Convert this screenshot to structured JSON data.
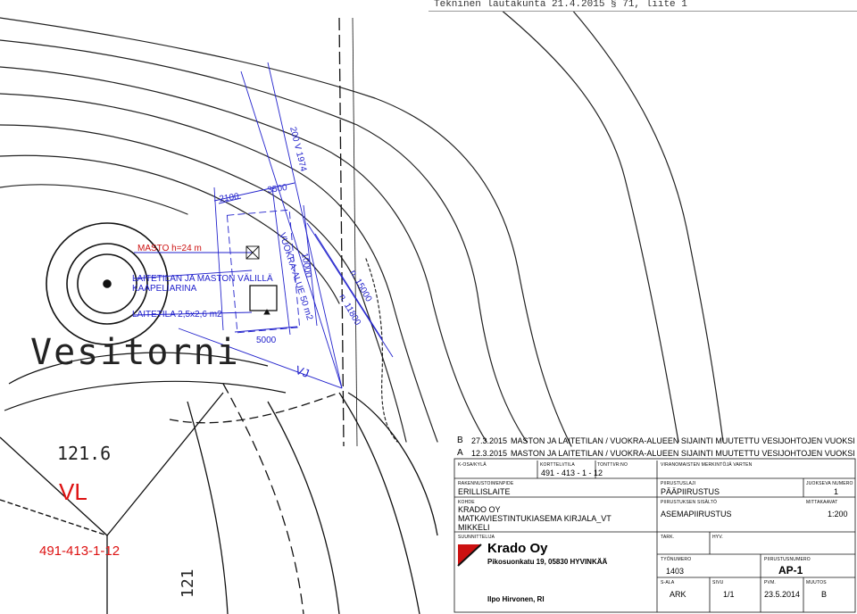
{
  "header": {
    "text": "Tekninen lautakunta 21.4.2015 § 71, liite 1"
  },
  "drawing": {
    "labels": {
      "mast": "MASTO h=24 m",
      "cable_line1": "LAITETILAN JA MASTON VÄLILLÄ",
      "cable_line2": "KAAPELIARINA",
      "equipment_room": "LAITETILA 2,5x2,6 m2",
      "watertower": "Vesitorni",
      "lease_area": "VUOKRA-ALUE 50 m2",
      "dim_2100": "2100",
      "dim_3500": "3500",
      "dim_10000": "10000",
      "dim_5000": "5000",
      "pipe_200": "200 V 1974",
      "pipe_150": "n. 15000",
      "pipe_118": "n. 11800",
      "vj": "VJ",
      "elev_1216": "121.6",
      "vl": "VL",
      "elev_121": "121",
      "plot_id": "491-413-1-12"
    },
    "colors": {
      "annotation": "#2222cc",
      "red": "#dd1111",
      "linework": "#111111"
    }
  },
  "revisions": [
    {
      "letter": "B",
      "date": "27.3.2015",
      "text": "MASTON JA LAITETILAN / VUOKRA-ALUEEN SIJAINTI MUUTETTU VESIJOHTOJEN VUOKSI"
    },
    {
      "letter": "A",
      "date": "12.3.2015",
      "text": "MASTON JA LAITETILAN / VUOKRA-ALUEEN SIJAINTI MUUTETTU VESIJOHTOJEN VUOKSI"
    }
  ],
  "title_block": {
    "k_osa_label": "K-OSA/KYLÄ",
    "kortteli_label": "KORTTELI/TILA",
    "kortteli_value": "491 - 413 - 1 - 12",
    "tontti_label": "TONTTI/R:NO",
    "viranomais_label": "VIRANOMAISTEN MERKINTÖJÄ VARTEN",
    "rakennustoimenpide_label": "RAKENNUSTOIMENPIDE",
    "rakennustoimenpide_value": "ERILLISLAITE",
    "piirustuslaji_label": "PIIRUSTUSLAJI",
    "piirustuslaji_value": "PÄÄPIIRUSTUS",
    "juokseva_label": "JUOKSEVA NUMERO",
    "juokseva_value": "1",
    "kohde_label": "KOHDE",
    "kohde_line1": "KRADO OY",
    "kohde_line2": "MATKAVIESTINTUKIASEMA  KIRJALA_VT",
    "kohde_line3": "MIKKELI",
    "sisalto_label": "PIIRUSTUKSEN SISÄLTÖ",
    "sisalto_value": "ASEMAPIIRUSTUS",
    "mittakaava_label": "MITTAKAAVAT",
    "mittakaava_value": "1:200",
    "suunnittelija_label": "SUUNNITTELIJA",
    "company_name": "Krado Oy",
    "company_address": "Pikosuonkatu 19, 05830 HYVINKÄÄ",
    "designer": "Ilpo Hirvonen,  RI",
    "tark_label": "TARK.",
    "hyv_label": "HYV.",
    "tyonumero_label": "TYÖNUMERO",
    "tyonumero_value": "1403",
    "piirustusnumero_label": "PIIRUSTUSNUMERO",
    "piirustusnumero_value": "AP-1",
    "s_ala_label": "S-ALA",
    "s_ala_value": "ARK",
    "sivu_label": "SIVU",
    "sivu_value": "1/1",
    "pvm_label": "PVM.",
    "pvm_value": "23.5.2014",
    "muutos_label": "MUUTOS",
    "muutos_value": "B"
  }
}
